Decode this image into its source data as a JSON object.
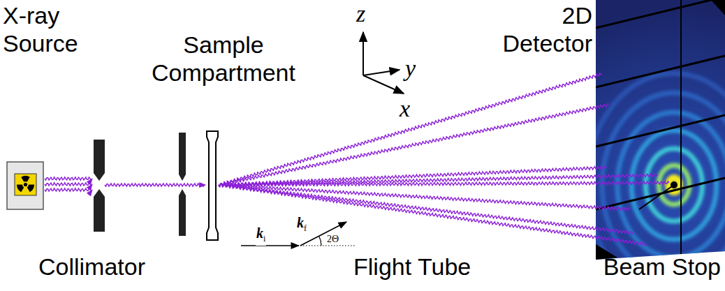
{
  "diagram": {
    "labels": [
      "X-ray Source",
      "Sample Compartment",
      "2D Detector",
      "z",
      "y",
      "x",
      "ki",
      "kf",
      "2Θ",
      "Collimator",
      "Flight Tube",
      "Beam Stop"
    ]
  }
}
